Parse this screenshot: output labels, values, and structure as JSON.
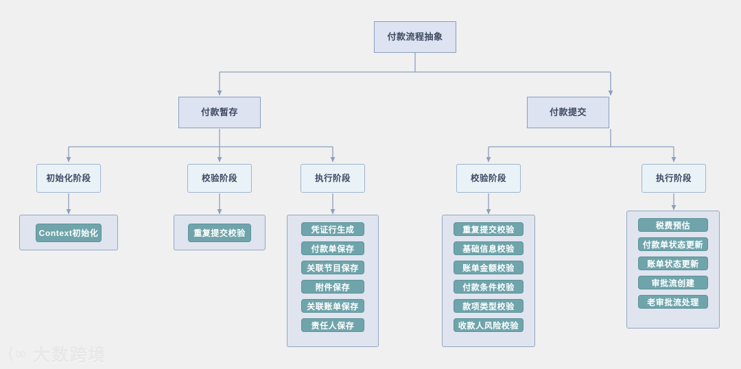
{
  "diagram": {
    "background_color": "#f0f0f0",
    "accent_leaf_color": "#6fa4ab",
    "node_color": "#dde3f0",
    "stage_color": "#e9f2f6",
    "group_color": "#dfe4ee",
    "line_color": "#8a9ec0",
    "root": {
      "label": "付款流程抽象"
    },
    "branches": [
      {
        "label": "付款暂存",
        "stages": [
          {
            "label": "初始化阶段",
            "items": [
              "Context初始化"
            ]
          },
          {
            "label": "校验阶段",
            "items": [
              "重复提交校验"
            ]
          },
          {
            "label": "执行阶段",
            "items": [
              "凭证行生成",
              "付款单保存",
              "关联节目保存",
              "附件保存",
              "关联账单保存",
              "责任人保存"
            ]
          }
        ]
      },
      {
        "label": "付款提交",
        "stages": [
          {
            "label": "校验阶段",
            "items": [
              "重复提交校验",
              "基础信息校验",
              "账单金额校验",
              "付款条件校验",
              "款项类型校验",
              "收款人风险校验"
            ]
          },
          {
            "label": "执行阶段",
            "items": [
              "税费预估",
              "付款单状态更新",
              "账单状态更新",
              "审批流创建",
              "老审批流处理"
            ]
          }
        ]
      }
    ]
  },
  "watermark": {
    "mark": "⟨∞",
    "text": "大数跨境"
  }
}
